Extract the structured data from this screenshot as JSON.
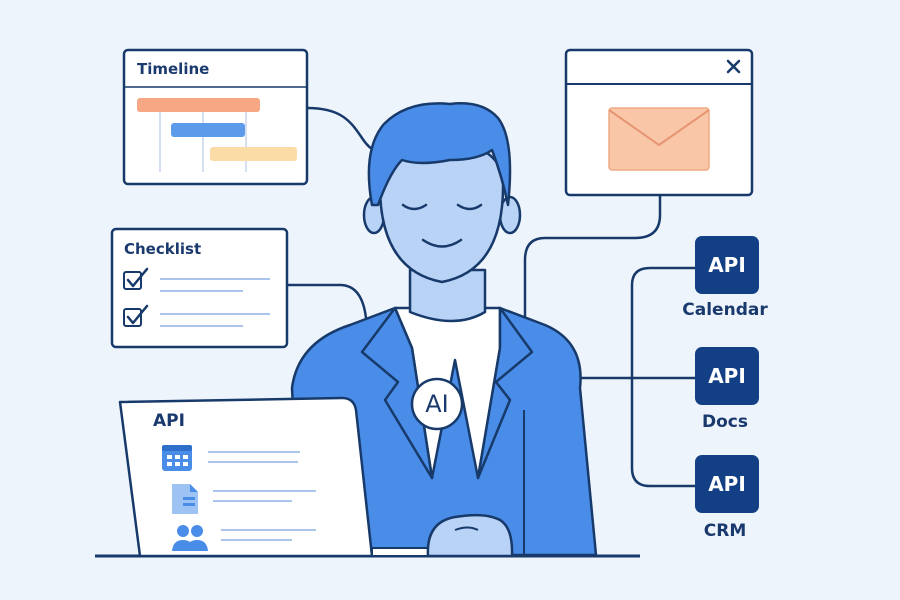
{
  "timeline": {
    "title": "Timeline"
  },
  "checklist": {
    "title": "Checklist"
  },
  "laptop": {
    "title": "API"
  },
  "avatar": {
    "badge": "AI"
  },
  "apis": [
    {
      "badge": "API",
      "name": "Calendar"
    },
    {
      "badge": "API",
      "name": "Docs"
    },
    {
      "badge": "API",
      "name": "CRM"
    }
  ],
  "colors": {
    "outline": "#173a6b",
    "primary": "#4a8de8",
    "skin": "#b9d3f6",
    "badge": "#133f85",
    "background": "#eef4fc",
    "timeline_orange": "#f7a784",
    "timeline_blue": "#5b9bea",
    "timeline_yellow": "#fbdca6",
    "envelope": "#f9c7a8"
  }
}
